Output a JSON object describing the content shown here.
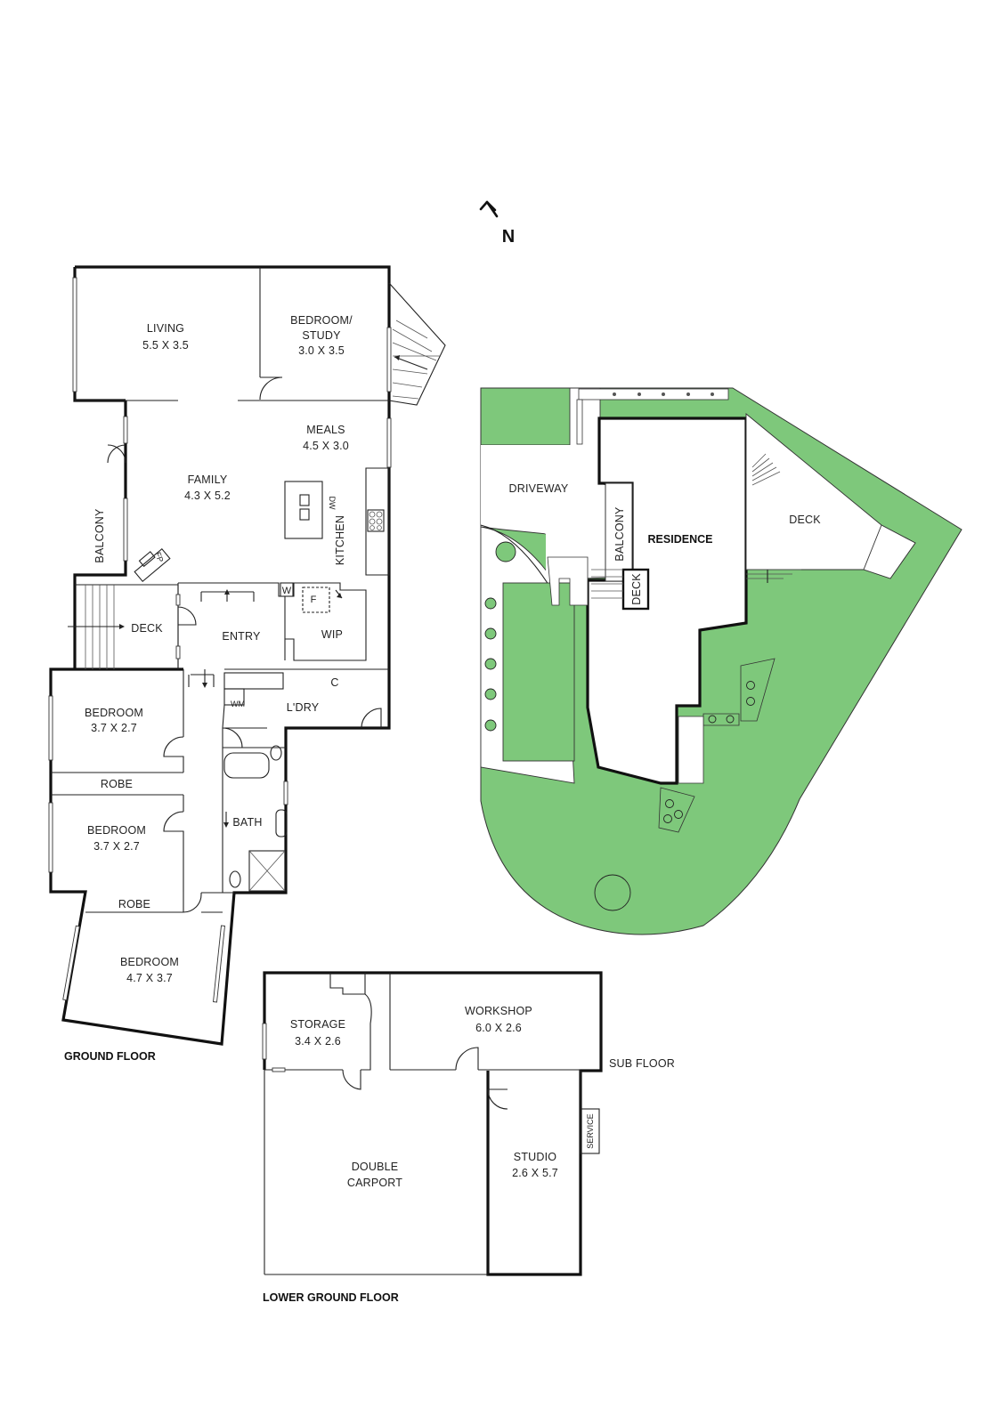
{
  "compass": {
    "label": "N"
  },
  "ground_floor": {
    "title": "GROUND FLOOR",
    "rooms": {
      "living": {
        "name": "LIVING",
        "dims": "5.5 X 3.5"
      },
      "bedroom_study": {
        "name_line1": "BEDROOM/",
        "name_line2": "STUDY",
        "dims": "3.0 X 3.5"
      },
      "meals": {
        "name": "MEALS",
        "dims": "4.5 X 3.0"
      },
      "family": {
        "name": "FAMILY",
        "dims": "4.3 X 5.2"
      },
      "balcony": {
        "name": "BALCONY"
      },
      "kitchen": {
        "name": "KITCHEN"
      },
      "dw": {
        "name": "DW"
      },
      "fp": {
        "name": "FP"
      },
      "w": {
        "name": "W"
      },
      "f": {
        "name": "F"
      },
      "deck": {
        "name": "DECK"
      },
      "entry": {
        "name": "ENTRY"
      },
      "wip": {
        "name": "WIP"
      },
      "c": {
        "name": "C"
      },
      "wm": {
        "name": "WM"
      },
      "laundry": {
        "name": "L'DRY"
      },
      "bedroom_1": {
        "name": "BEDROOM",
        "dims": "3.7 X 2.7"
      },
      "robe_1": {
        "name": "ROBE"
      },
      "bedroom_2": {
        "name": "BEDROOM",
        "dims": "3.7 X 2.7"
      },
      "bath": {
        "name": "BATH"
      },
      "robe_2": {
        "name": "ROBE"
      },
      "bedroom_3": {
        "name": "BEDROOM",
        "dims": "4.7 X 3.7"
      }
    }
  },
  "lower_ground_floor": {
    "title": "LOWER GROUND FLOOR",
    "sub_floor": "SUB FLOOR",
    "rooms": {
      "storage": {
        "name": "STORAGE",
        "dims": "3.4 X 2.6"
      },
      "workshop": {
        "name": "WORKSHOP",
        "dims": "6.0 X 2.6"
      },
      "carport": {
        "name_line1": "DOUBLE",
        "name_line2": "CARPORT"
      },
      "studio": {
        "name": "STUDIO",
        "dims": "2.6 X 5.7"
      },
      "service": {
        "name": "SERVICE"
      }
    }
  },
  "site_plan": {
    "driveway": "DRIVEWAY",
    "balcony": "BALCONY",
    "residence": "RESIDENCE",
    "deck_main": "DECK",
    "deck_small": "DECK"
  },
  "colors": {
    "lawn": "#7ec87b",
    "wall": "#111111"
  }
}
